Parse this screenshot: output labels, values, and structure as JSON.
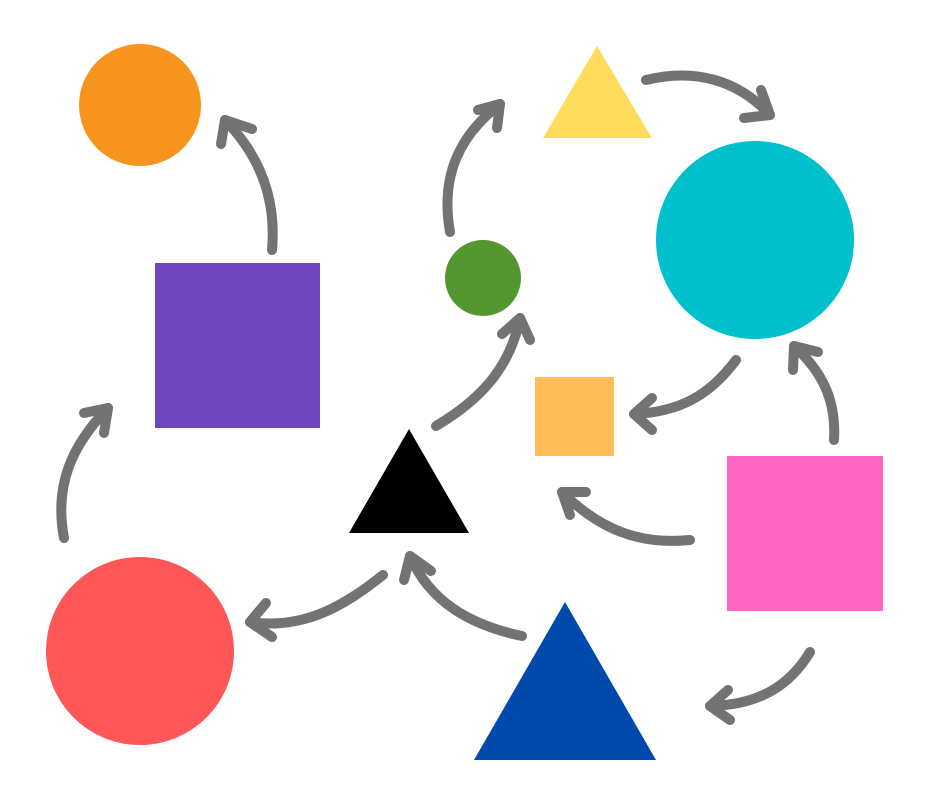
{
  "diagram": {
    "background_color": "#ffffff",
    "arrow_color": "#737373",
    "shapes": [
      {
        "id": "orange-circle",
        "kind": "circle",
        "color": "#f7941d"
      },
      {
        "id": "purple-square",
        "kind": "square",
        "color": "#6d47bd"
      },
      {
        "id": "green-circle",
        "kind": "circle",
        "color": "#54962f"
      },
      {
        "id": "yellow-triangle",
        "kind": "triangle",
        "color": "#ffdc5c"
      },
      {
        "id": "teal-circle",
        "kind": "circle",
        "color": "#00c1cb"
      },
      {
        "id": "light-orange-square",
        "kind": "square",
        "color": "#ffbd59"
      },
      {
        "id": "black-triangle",
        "kind": "triangle",
        "color": "#000000"
      },
      {
        "id": "pink-square",
        "kind": "square",
        "color": "#ff66c4"
      },
      {
        "id": "red-circle",
        "kind": "circle",
        "color": "#ff5757"
      },
      {
        "id": "blue-triangle",
        "kind": "triangle",
        "color": "#004aad"
      }
    ],
    "arrows": [
      {
        "from": "purple-square",
        "to": "orange-circle"
      },
      {
        "from": "red-circle",
        "to": "purple-square"
      },
      {
        "from": "black-triangle",
        "to": "red-circle"
      },
      {
        "from": "blue-triangle",
        "to": "black-triangle"
      },
      {
        "from": "black-triangle",
        "to": "green-circle"
      },
      {
        "from": "green-circle",
        "to": "yellow-triangle"
      },
      {
        "from": "yellow-triangle",
        "to": "teal-circle"
      },
      {
        "from": "teal-circle",
        "to": "light-orange-square"
      },
      {
        "from": "pink-square",
        "to": "light-orange-square"
      },
      {
        "from": "pink-square",
        "to": "teal-circle"
      },
      {
        "from": "pink-square",
        "to": "blue-triangle"
      }
    ]
  }
}
